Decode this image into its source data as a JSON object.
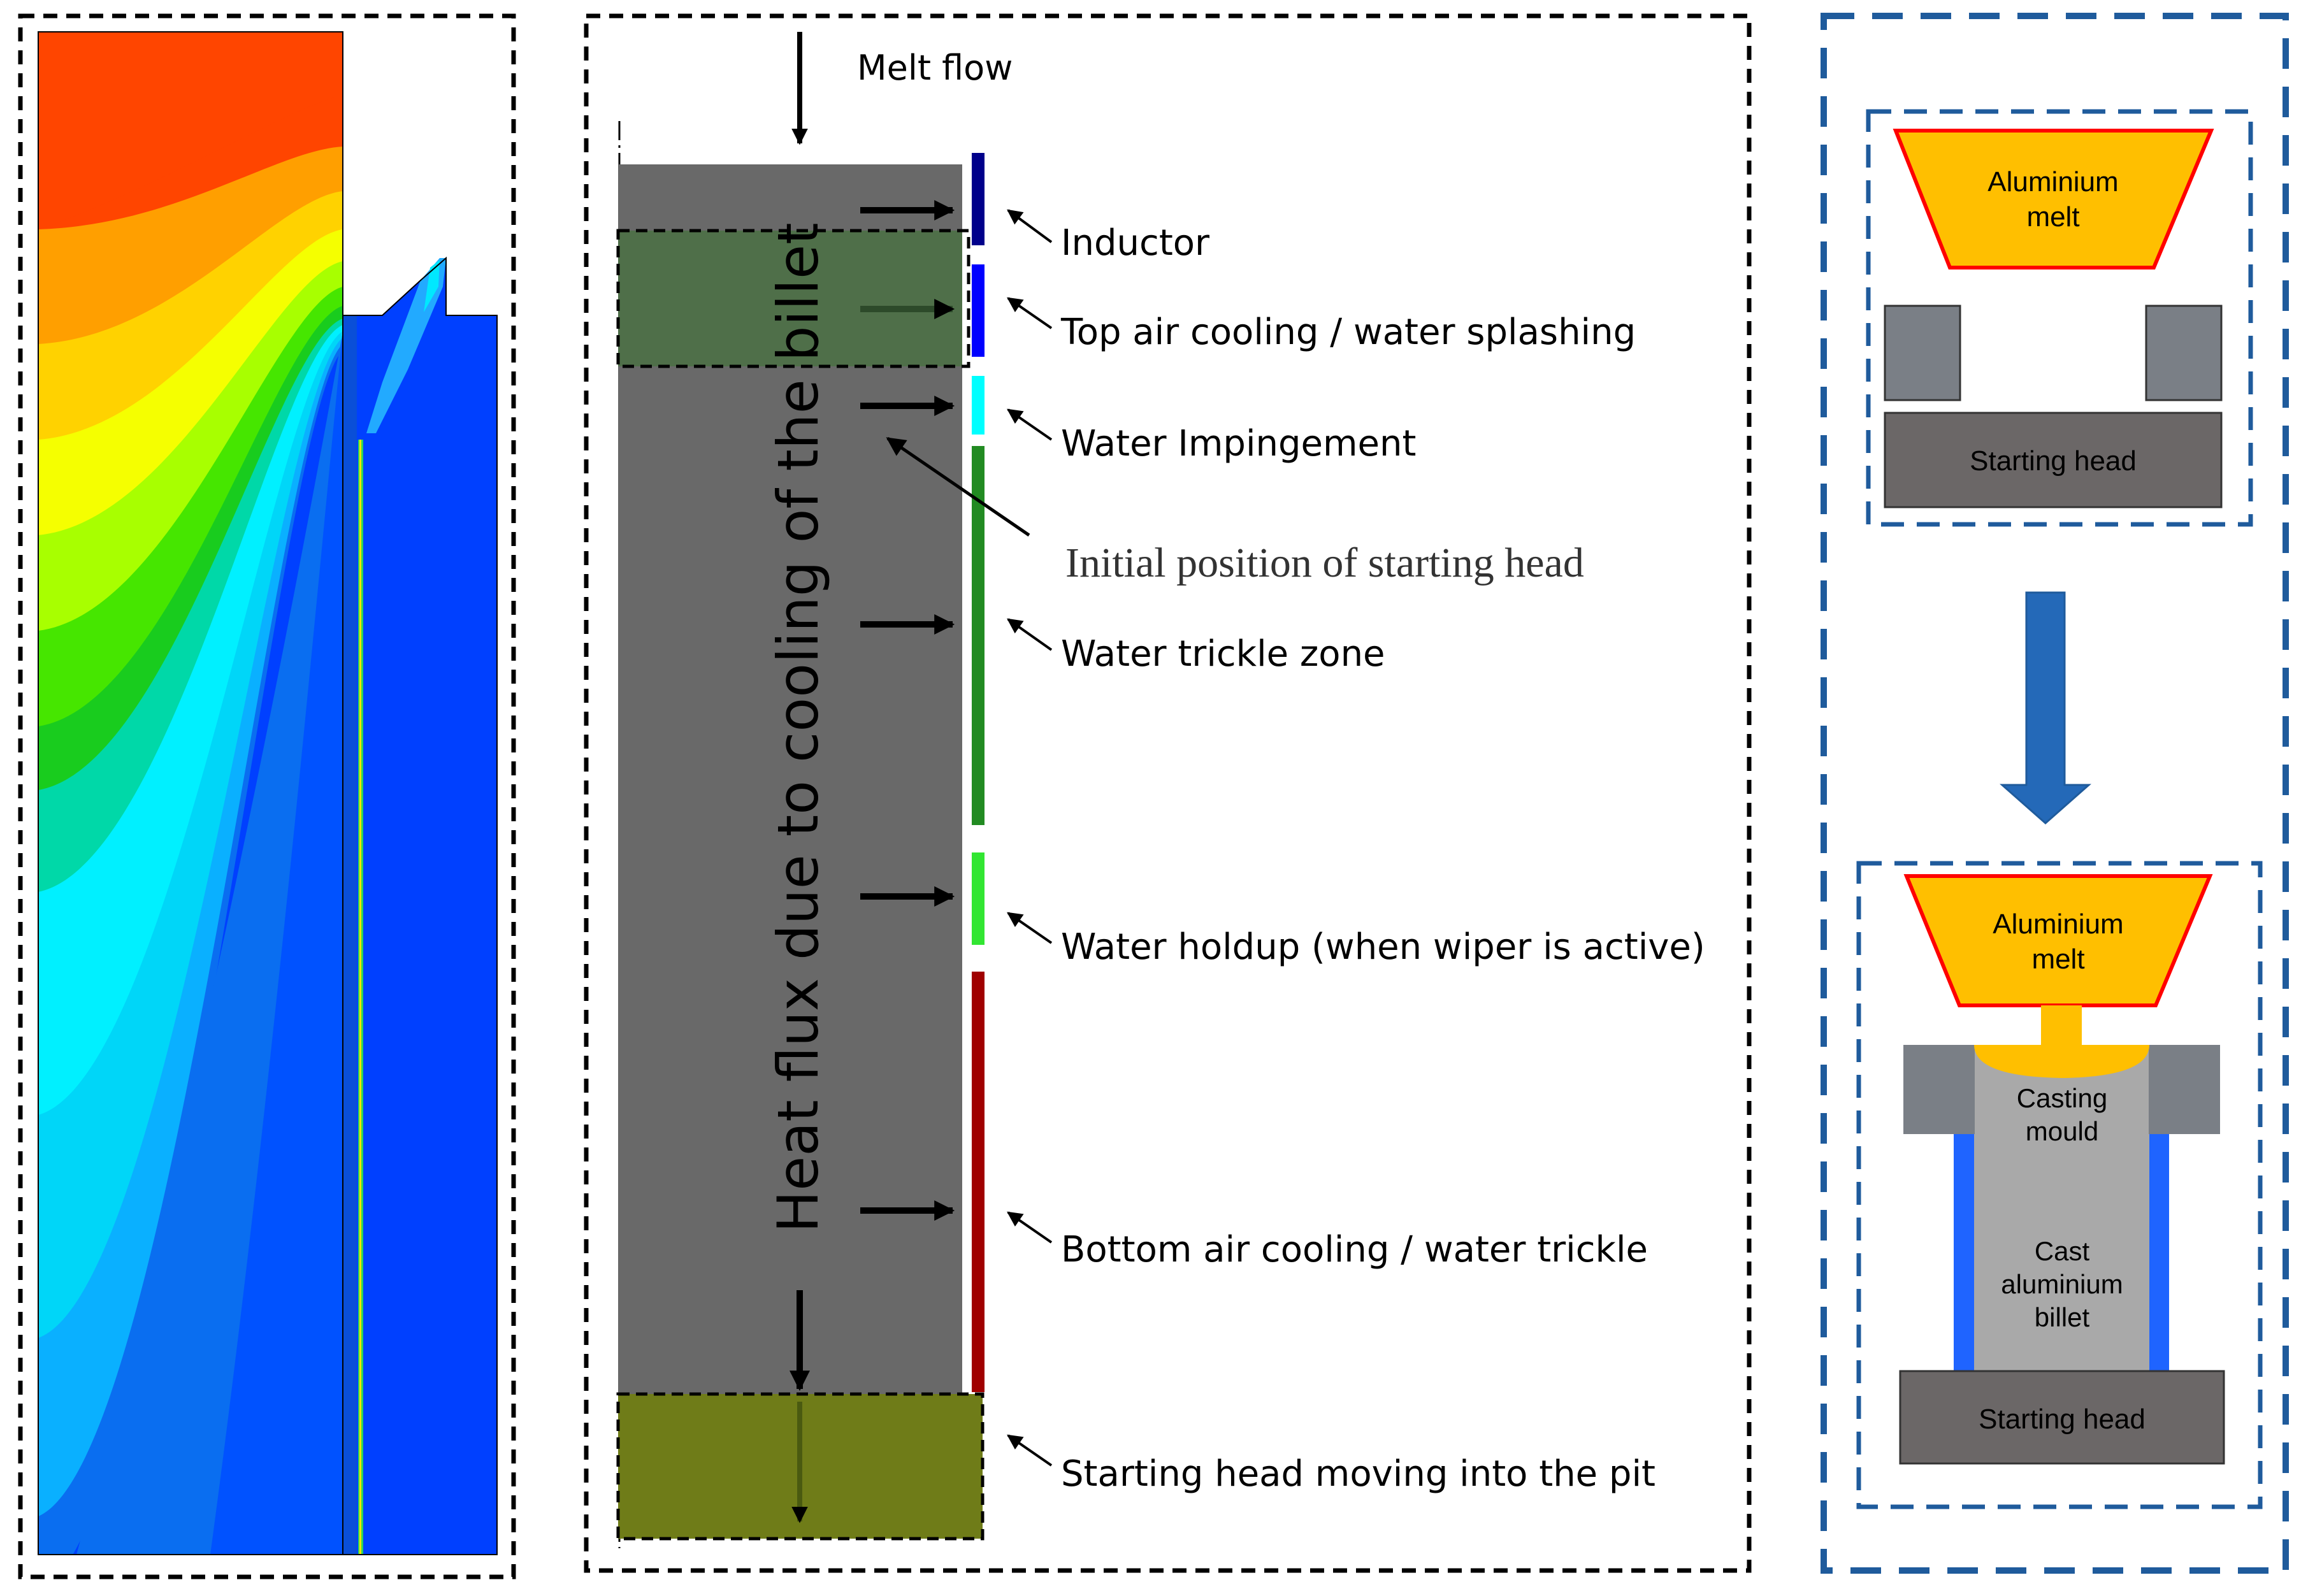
{
  "colors": {
    "thermal_contours": [
      "#ff4500",
      "#ff9f00",
      "#ffd200",
      "#f5ff00",
      "#a8ff00",
      "#46e600",
      "#19cc1e",
      "#00d8a8",
      "#00f0ff",
      "#00d6f8",
      "#0ab0ff",
      "#0a6ef0",
      "#0040ff"
    ],
    "billet_fill": "#696969",
    "top_green_overlay": "#4f6f49",
    "starting_head_overlay": "#6f7c18",
    "inductor": "#00008b",
    "top_air_cooling": "#0000ff",
    "water_impingement": "#00ffff",
    "water_trickle": "#228b22",
    "water_holdup": "#32e632",
    "bottom_air_cooling": "#a00000",
    "melt_fill": "#ffbf00",
    "melt_border": "#ff0000",
    "mould_fill": "#7a7f86",
    "starting_head_fill": "#6b6767",
    "cast_billet_fill": "#a9a9a9",
    "water_jacket": "#1f64ff",
    "panel_border_right": "#1f5b9c",
    "flow_arrow": "#2469b8"
  },
  "middle": {
    "melt_flow": "Melt flow",
    "vertical_label": "Heat flux due to cooling of the billet",
    "zones": [
      {
        "label": "Inductor"
      },
      {
        "label": "Top air cooling / water splashing"
      },
      {
        "label": "Water Impingement"
      },
      {
        "label": "Water trickle zone"
      },
      {
        "label": "Water holdup (when wiper is active)"
      },
      {
        "label": "Bottom air cooling / water trickle"
      },
      {
        "label": "Starting head moving into the pit"
      }
    ],
    "initial_position": "Initial position of starting head"
  },
  "right": {
    "top": {
      "melt_line1": "Aluminium",
      "melt_line2": "melt",
      "starting_head": "Starting head"
    },
    "bottom": {
      "melt_line1": "Aluminium",
      "melt_line2": "melt",
      "mould_line1": "Casting",
      "mould_line2": "mould",
      "billet_line1": "Cast",
      "billet_line2": "aluminium",
      "billet_line3": "billet",
      "starting_head": "Starting head"
    }
  }
}
